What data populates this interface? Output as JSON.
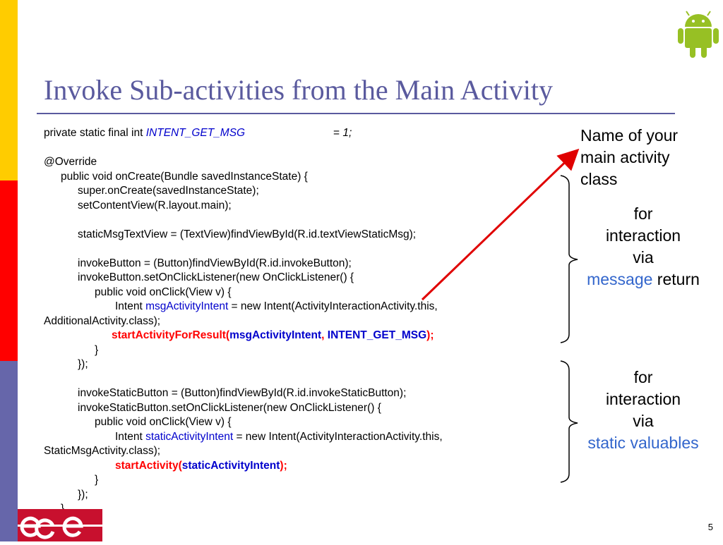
{
  "title": "Invoke Sub-activities from the Main Activity",
  "code": {
    "l1_a": "private static final int ",
    "l1_b": "INTENT_GET_MSG",
    "l1_c": "= ",
    "l1_d": "1;",
    "l2": "@Override",
    "l3": "public void onCreate(Bundle savedInstanceState) {",
    "l4": "super.onCreate(savedInstanceState);",
    "l5": "setContentView(R.layout.main);",
    "l6": "staticMsgTextView = (TextView)findViewById(R.id.textViewStaticMsg);",
    "l7": "invokeButton = (Button)findViewById(R.id.invokeButton);",
    "l8": "invokeButton.setOnClickListener(new OnClickListener() {",
    "l9": "public void onClick(View v) {",
    "l10_a": "Intent ",
    "l10_b": "msgActivityIntent",
    "l10_c": " = new Intent(ActivityInteractionActivity.this,",
    "l11": "AdditionalActivity.class);",
    "l12_a": "startActivityForResult(",
    "l12_b": "msgActivityIntent",
    "l12_c": ", ",
    "l12_d": "INTENT_GET_MSG",
    "l12_e": ");",
    "l13": "}",
    "l14": "});",
    "l15": "invokeStaticButton = (Button)findViewById(R.id.invokeStaticButton);",
    "l16": "invokeStaticButton.setOnClickListener(new OnClickListener() {",
    "l17": "public void onClick(View v) {",
    "l18_a": "Intent ",
    "l18_b": "staticActivityIntent",
    "l18_c": " = new Intent(ActivityInteractionActivity.this,",
    "l19": "StaticMsgActivity.class);",
    "l20_a": "startActivity(",
    "l20_b": "staticActivityIntent",
    "l20_c": ");",
    "l21": "}",
    "l22": "});",
    "l23": "}"
  },
  "notes": {
    "main_class_1": "Name of your",
    "main_class_2": "main activity",
    "main_class_3": "class",
    "msg_1": "for",
    "msg_2": "interaction",
    "msg_3": "via",
    "msg_4a": "message",
    "msg_4b": " return",
    "static_1": "for",
    "static_2": "interaction",
    "static_3": "via",
    "static_4": "static valuables"
  },
  "page_number": "5",
  "colors": {
    "title": "#5a5a9e",
    "stripe_yellow": "#ffcc00",
    "stripe_red": "#ff0000",
    "stripe_purple": "#6666aa",
    "arrow": "#e00000",
    "android_green": "#97c024"
  },
  "icons": {
    "android": "android-robot-icon",
    "logo": "ece-logo"
  }
}
